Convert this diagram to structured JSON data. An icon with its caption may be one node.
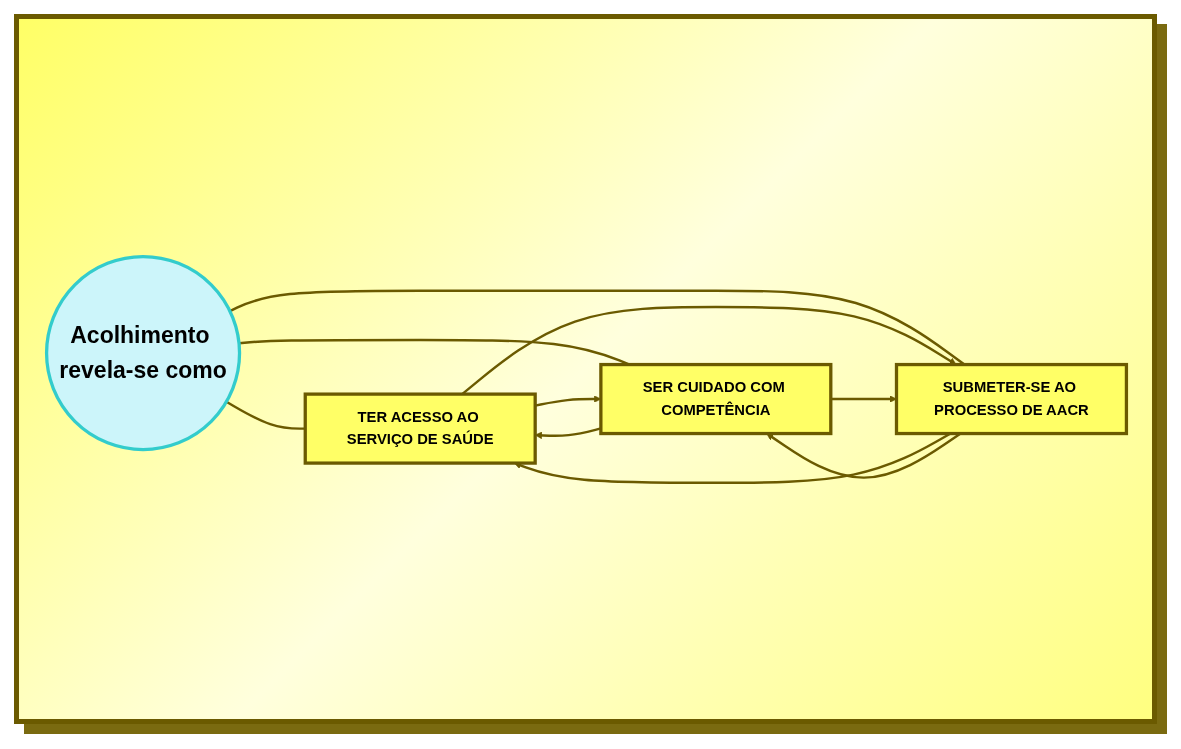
{
  "diagram": {
    "nodes": [
      {
        "text": [
          "TER ACESSO AO SERVIÇO DE SAÚDE"
        ]
      },
      {
        "text": [
          "SER CUIDADO COM COMPETÊNCIA"
        ]
      },
      {
        "text": [
          "Acolhimento revela-se como"
        ]
      },
      {
        "text": [
          "SUBMETER-SE AO PROCESSO DE AACR"
        ]
      }
    ],
    "edges": [
      {
        "from": 2,
        "to": 0,
        "arrow": "none"
      },
      {
        "from": 2,
        "to": 1,
        "arrow": "none"
      },
      {
        "from": 2,
        "to": 3,
        "arrow": "none"
      },
      {
        "from": 0,
        "to": 1,
        "arrow": "to"
      },
      {
        "from": 1,
        "to": 0,
        "arrow": "to"
      },
      {
        "from": 3,
        "to": 0,
        "arrow": "to"
      },
      {
        "from": 0,
        "to": 3,
        "arrow": "to"
      },
      {
        "from": 3,
        "to": 1,
        "arrow": "to"
      },
      {
        "from": 1,
        "to": 3,
        "arrow": "to"
      }
    ]
  }
}
